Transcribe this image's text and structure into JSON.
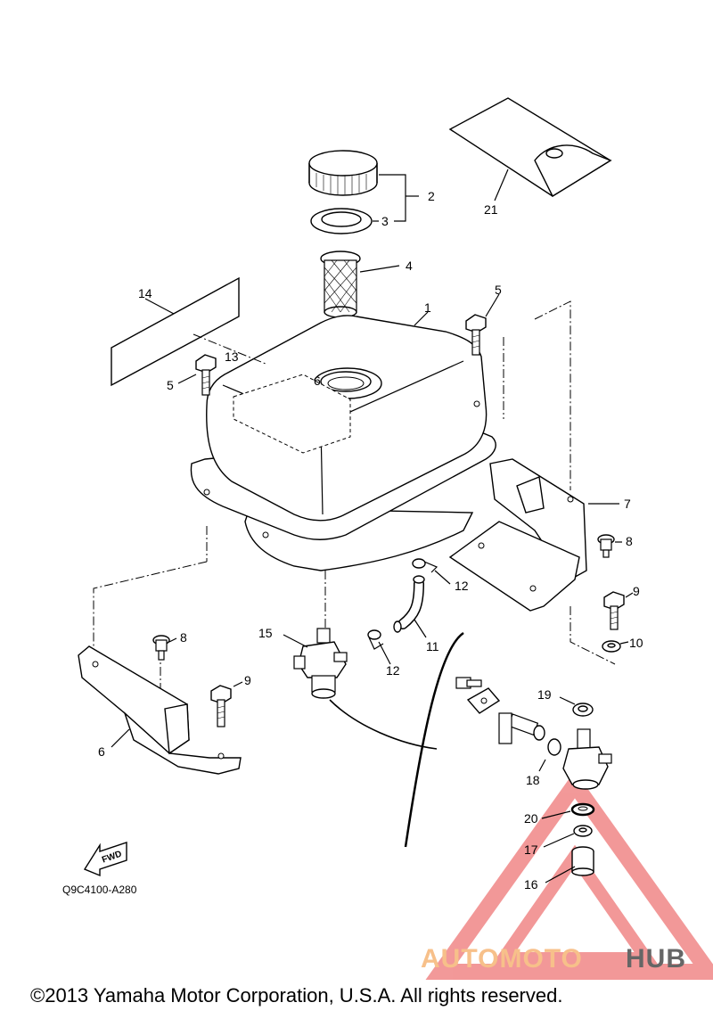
{
  "diagram": {
    "callouts": {
      "c1": "1",
      "c2": "2",
      "c3": "3",
      "c4": "4",
      "c5a": "5",
      "c5b": "5",
      "c6": "6",
      "c7": "7",
      "c8a": "8",
      "c8b": "8",
      "c9a": "9",
      "c9b": "9",
      "c10": "10",
      "c11": "11",
      "c12a": "12",
      "c12b": "12",
      "c13": "13",
      "c14": "14",
      "c15": "15",
      "c16": "16",
      "c17": "17",
      "c18": "18",
      "c19": "19",
      "c20": "20",
      "c21": "21"
    },
    "fwd_label": "FWD",
    "diagram_code": "Q9C4100-A280"
  },
  "watermark": {
    "part1": "AUTOMOTO",
    "part2": "HUB",
    "color_red": "#e84545",
    "color_orange": "#f7c08a",
    "color_gray": "#666666"
  },
  "footer": {
    "copyright": "©2013 Yamaha Motor Corporation, U.S.A. All rights reserved."
  }
}
